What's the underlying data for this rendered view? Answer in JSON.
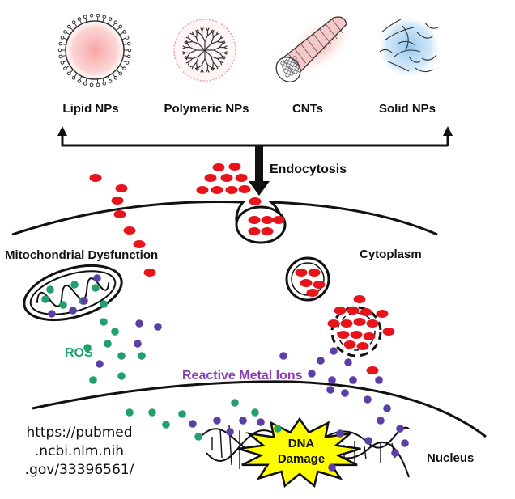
{
  "nanoparticles": [
    {
      "name": "lipid",
      "label": "Lipid NPs"
    },
    {
      "name": "polymeric",
      "label": "Polymeric NPs"
    },
    {
      "name": "cnts",
      "label": "CNTs"
    },
    {
      "name": "solid",
      "label": "Solid NPs"
    }
  ],
  "labels": {
    "endocytosis": "Endocytosis",
    "mitochondrial_dysfunction": "Mitochondrial Dysfunction",
    "cytoplasm": "Cytoplasm",
    "ros": "ROS",
    "reactive_metal_ions": "Reactive Metal Ions",
    "dna_damage_line1": "DNA",
    "dna_damage_line2": "Damage",
    "nucleus": "Nucleus"
  },
  "source_url_lines": [
    "https://pubmed",
    ".ncbi.nlm.nih",
    ".gov/33396561/"
  ],
  "colors": {
    "nanoparticle_red": "#e8141c",
    "ros_green": "#21a06b",
    "metal_ion_purple": "#5b3fa6",
    "ros_label": "#1fa36a",
    "metal_label": "#8a3fb5",
    "burst_yellow": "#ffff00",
    "glow_pink": "#f7a0a0",
    "glow_blue": "#8ec4ee"
  }
}
